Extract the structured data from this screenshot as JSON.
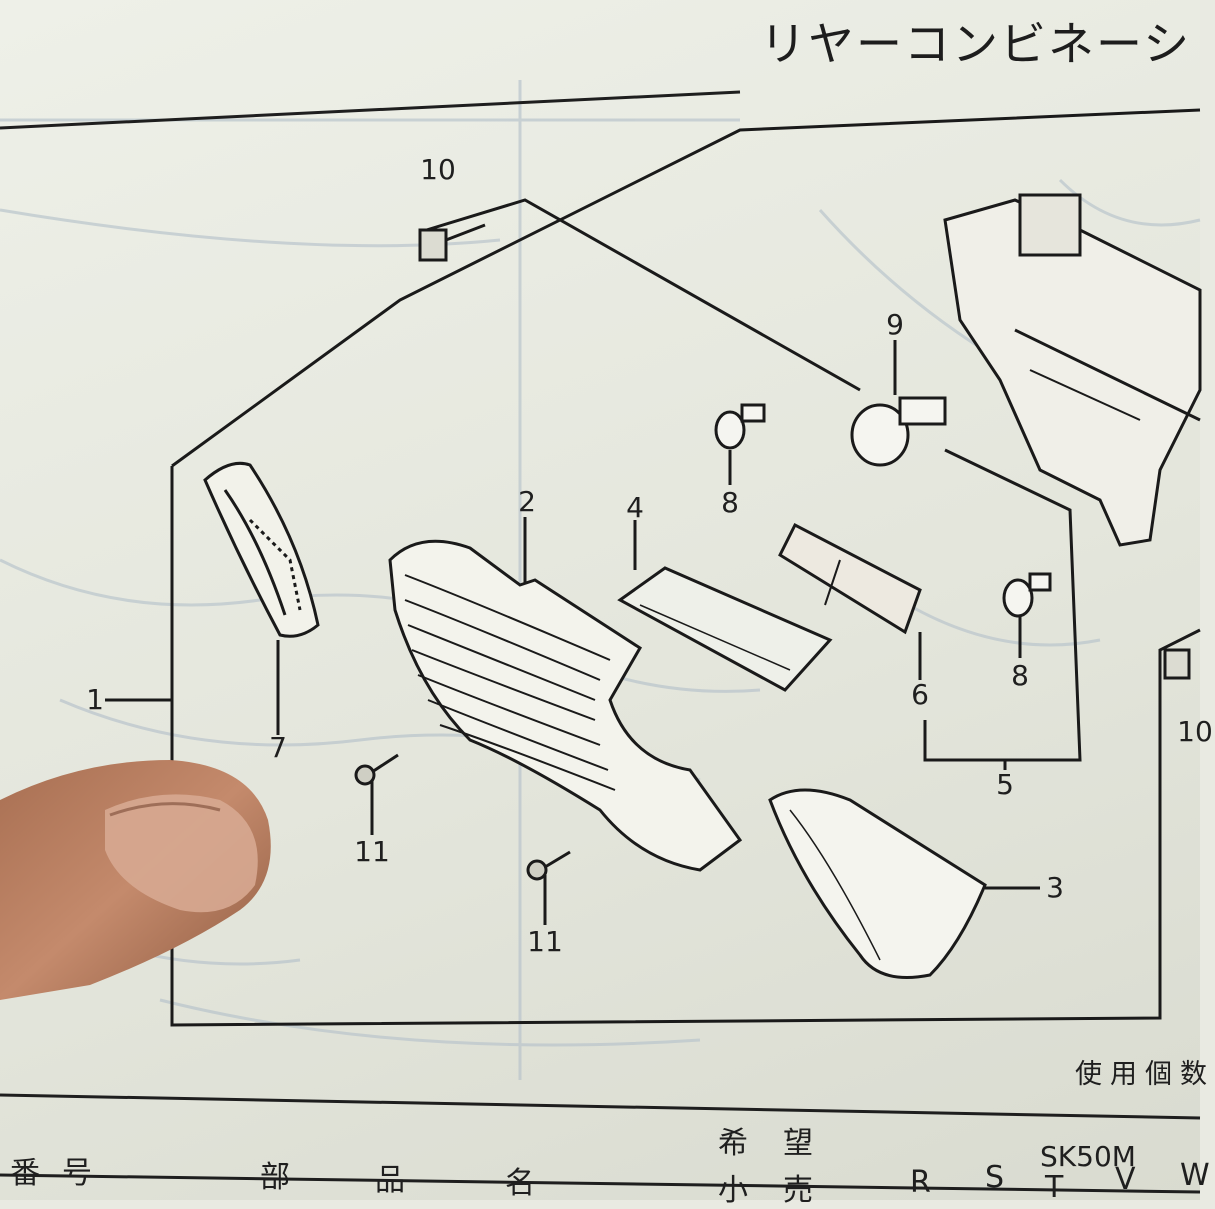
{
  "page": {
    "title": "リヤーコンビネーシ"
  },
  "callouts": {
    "c1": "1",
    "c2": "2",
    "c3": "3",
    "c4": "4",
    "c5": "5",
    "c6": "6",
    "c7": "7",
    "c8a": "8",
    "c8b": "8",
    "c9": "9",
    "c10a": "10",
    "c10b": "10",
    "c11a": "11",
    "c11b": "11"
  },
  "table_header": {
    "usage_count": "使用個数",
    "kibou": "希",
    "nozomi": "望",
    "ko": "小",
    "uri": "売",
    "number": "番",
    "gou": "号",
    "bu": "部",
    "hin": "品",
    "mei": "名",
    "model": "SK50M",
    "col_r": "R",
    "col_s": "S",
    "col_t": "T",
    "col_v": "V",
    "col_w": "W"
  }
}
